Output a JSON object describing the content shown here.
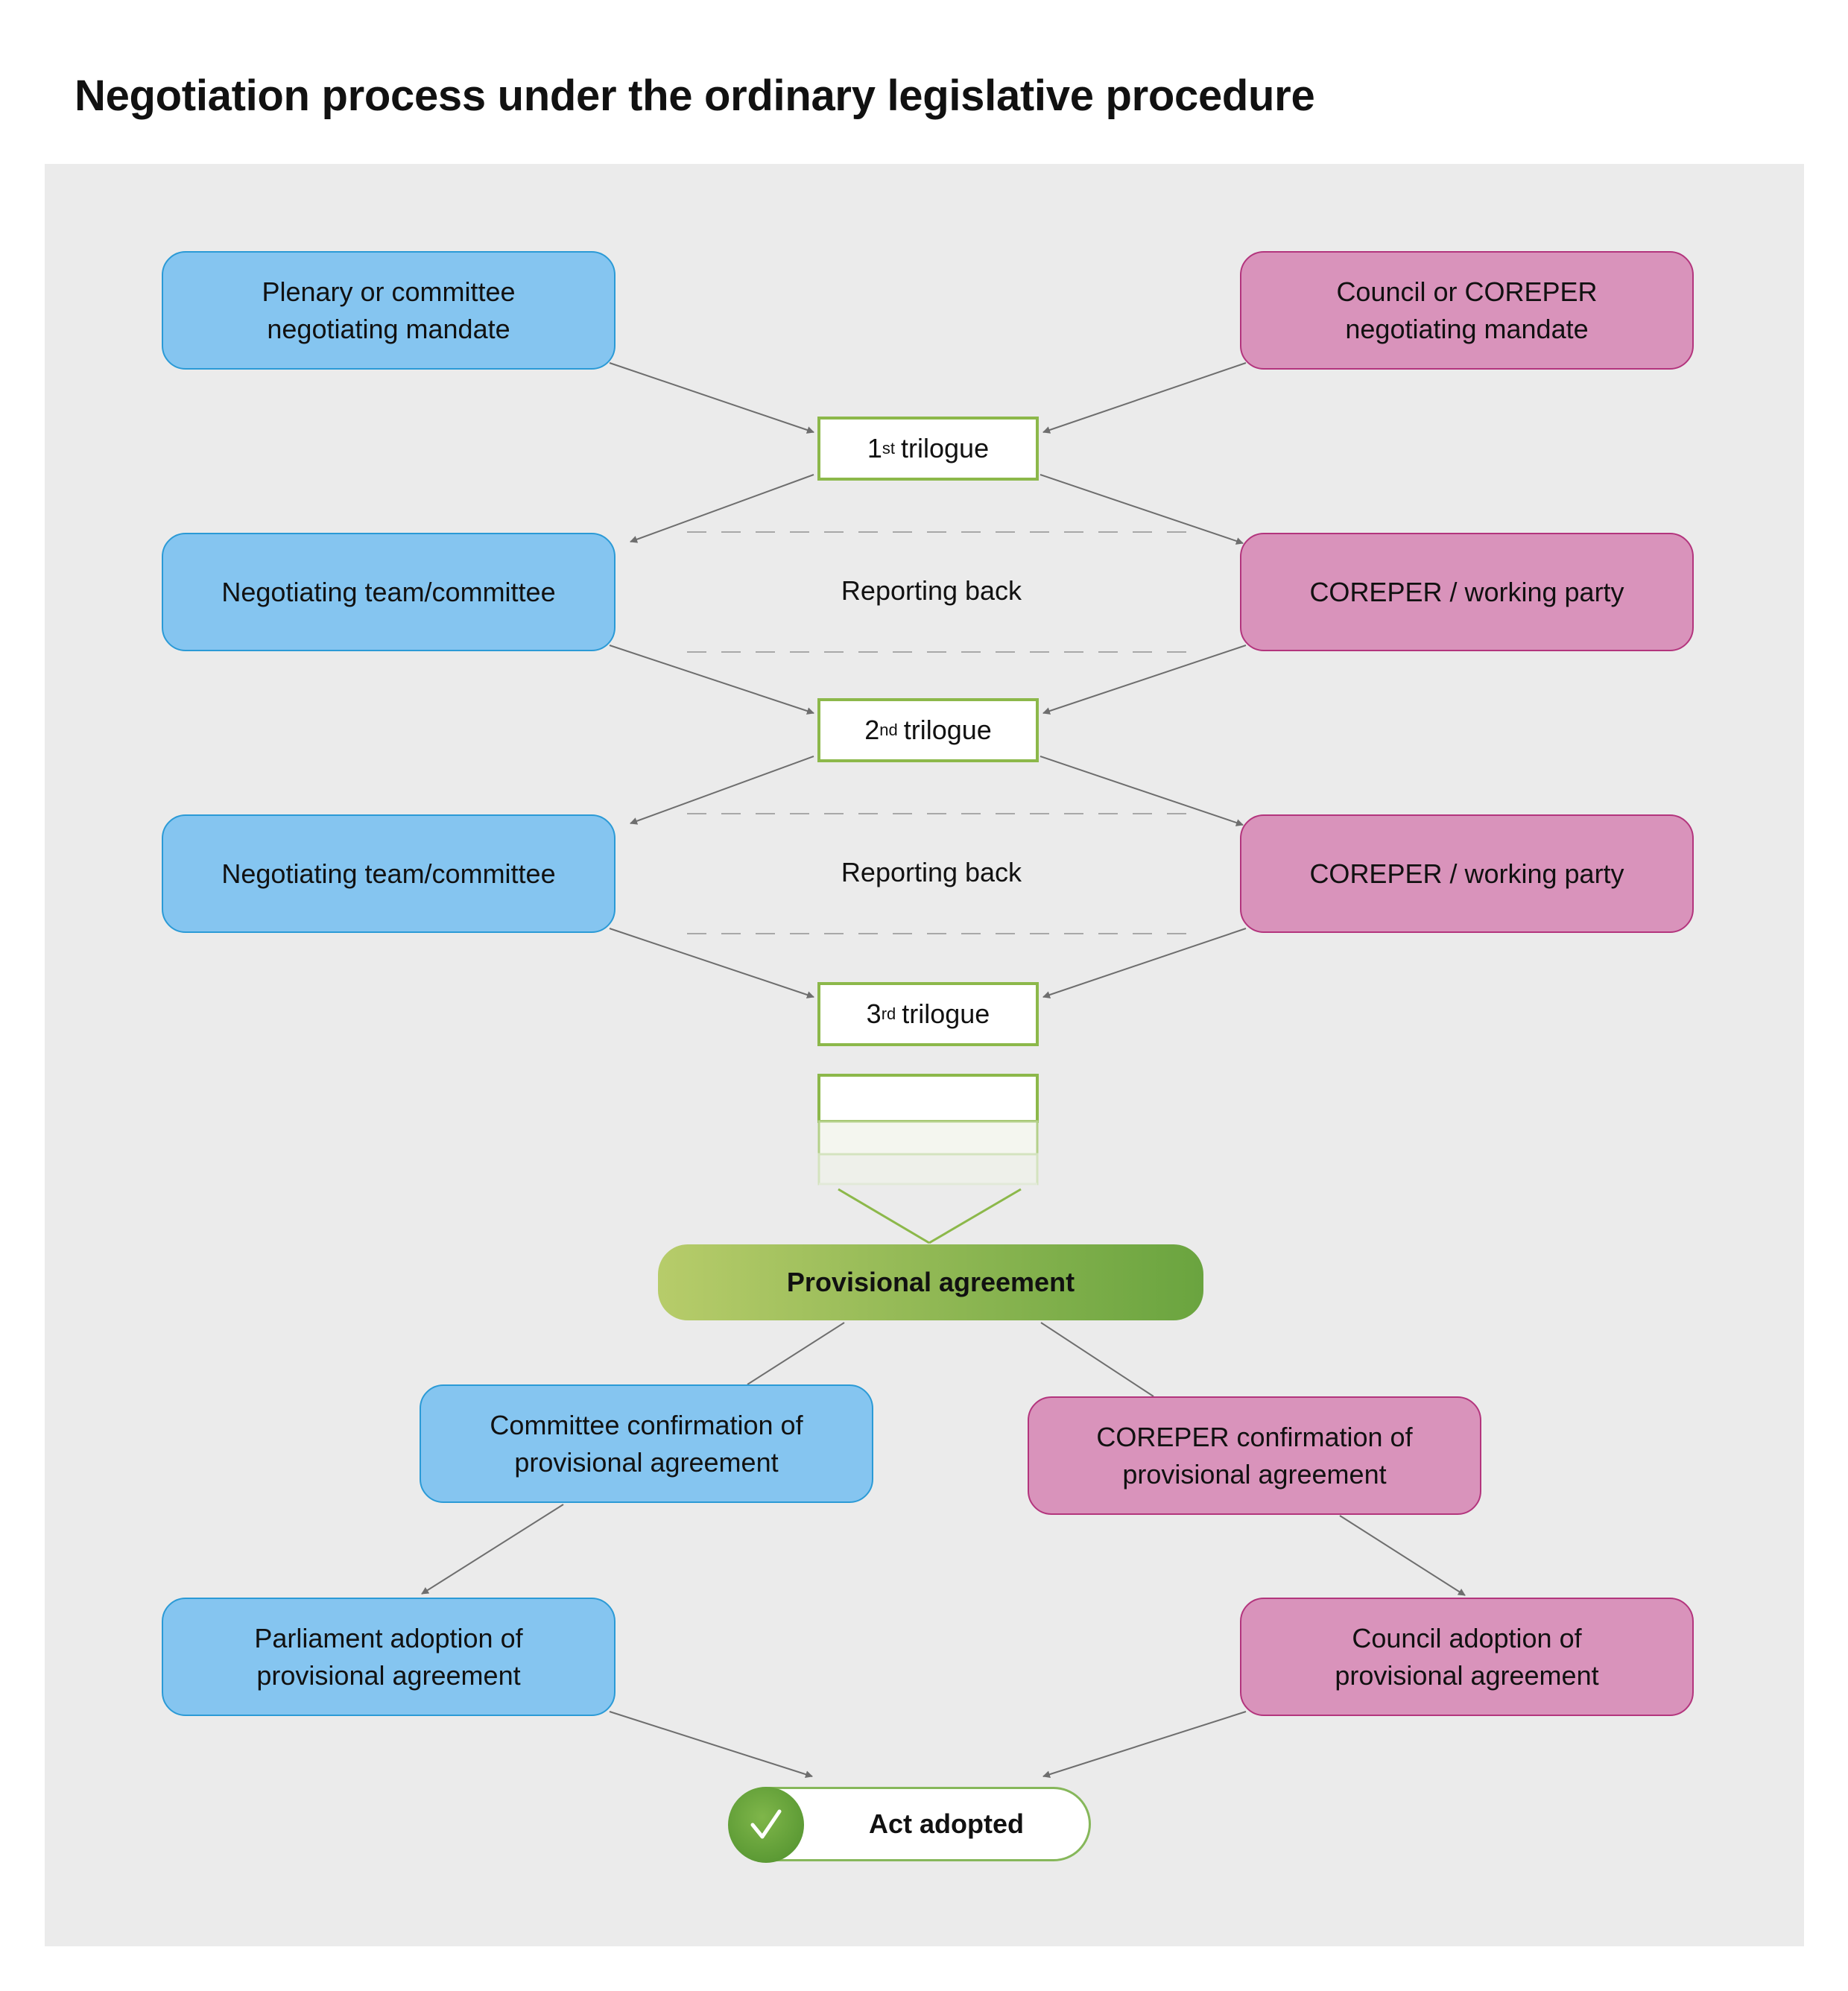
{
  "title": "Negotiation process under the ordinary legislative procedure",
  "colors": {
    "parliament_fill": "#85c5f0",
    "parliament_border": "#2b9ad6",
    "council_fill": "#d993bb",
    "council_border": "#b3357d",
    "trilogue_border": "#8cb84a",
    "agreement_start": "#b7cc6a",
    "agreement_end": "#6aa43f",
    "panel_background": "#ebebeb"
  },
  "parliament": {
    "mandate": [
      "Plenary or committee",
      "negotiating mandate"
    ],
    "team_1": "Negotiating team/committee",
    "team_2": "Negotiating team/committee",
    "confirmation": [
      "Committee confirmation of",
      "provisional agreement"
    ],
    "adoption": [
      "Parliament adoption of",
      "provisional agreement"
    ]
  },
  "council": {
    "mandate": [
      "Council or COREPER",
      "negotiating mandate"
    ],
    "party_1": "COREPER / working party",
    "party_2": "COREPER / working party",
    "confirmation": [
      "COREPER confirmation of",
      "provisional agreement"
    ],
    "adoption": [
      "Council adoption of",
      "provisional agreement"
    ]
  },
  "trilogues": [
    {
      "number": "1",
      "suffix": "st",
      "word": "trilogue"
    },
    {
      "number": "2",
      "suffix": "nd",
      "word": "trilogue"
    },
    {
      "number": "3",
      "suffix": "rd",
      "word": "trilogue"
    }
  ],
  "reporting_back": [
    "Reporting back",
    "Reporting back"
  ],
  "provisional_agreement": "Provisional agreement",
  "act_adopted": "Act adopted",
  "icons": {
    "check": "checkmark-icon"
  }
}
